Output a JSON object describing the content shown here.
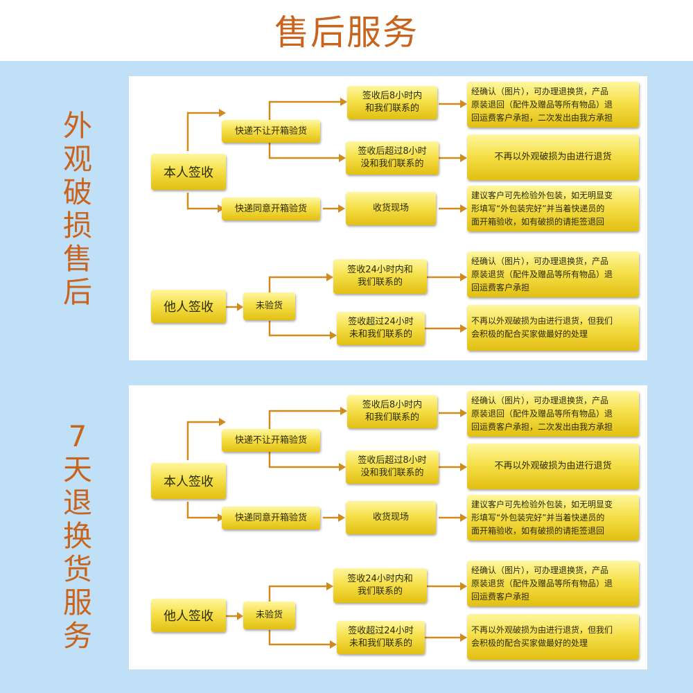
{
  "page": {
    "title": "售后服务"
  },
  "sections": [
    {
      "side_label_chars": [
        "外",
        "观",
        "破",
        "损",
        "售",
        "后"
      ],
      "self_sign": "本人签收",
      "no_inspect": "快递不让开箱验货",
      "allow_inspect": "快递同意开箱验货",
      "within8": "签收后8小时内\n和我们联系的",
      "over8": "签收后超过8小时\n没和我们联系的",
      "on_site": "收货现场",
      "result_within8": "经确认（图片），可办理退换货，产品\n原装退回（配件及赠品等所有物品）退\n回运费客户承担，二次发出由我方承担",
      "result_over8": "不再以外观破损为由进行退货",
      "result_onsite": "建议客户可先检验外包装，如无明显变\n形填写“外包装完好”并当着快递员的\n面开箱验收，如有破损的请拒签退回",
      "other_sign": "他人签收",
      "not_inspected": "未验货",
      "within24": "签收24小时内和\n我们联系的",
      "over24": "签收超过24小时\n未和我们联系的",
      "result_within24": "经确认（图片），可办理退换货，产品\n原装退货（配件及赠品等所有物品）退\n回运费客户承担",
      "result_over24": "不再以外观破损为由进行退货，但我们\n会积极的配合买家做最好的处理"
    },
    {
      "side_label_chars": [
        "7",
        "天",
        "退",
        "换",
        "货",
        "服",
        "务"
      ],
      "self_sign": "本人签收",
      "no_inspect": "快递不让开箱验货",
      "allow_inspect": "快递同意开箱验货",
      "within8": "签收后8小时内\n和我们联系的",
      "over8": "签收后超过8小时\n没和我们联系的",
      "on_site": "收货现场",
      "result_within8": "经确认（图片），可办理退换货，产品\n原装退回（配件及赠品等所有物品）退\n回运费客户承担，二次发出由我方承担",
      "result_over8": "不再以外观破损为由进行退货",
      "result_onsite": "建议客户可先检验外包装，如无明显变\n形填写“外包装完好”并当着快递员的\n面开箱验收，如有破损的请拒签退回",
      "other_sign": "他人签收",
      "not_inspected": "未验货",
      "within24": "签收24小时内和\n我们联系的",
      "over24": "签收超过24小时\n未和我们联系的",
      "result_within24": "经确认（图片），可办理退换货，产品\n原装退货（配件及赠品等所有物品）退\n回运费客户承担",
      "result_over24": "不再以外观破损为由进行退货，但我们\n会积极的配合买家做最好的处理"
    }
  ]
}
